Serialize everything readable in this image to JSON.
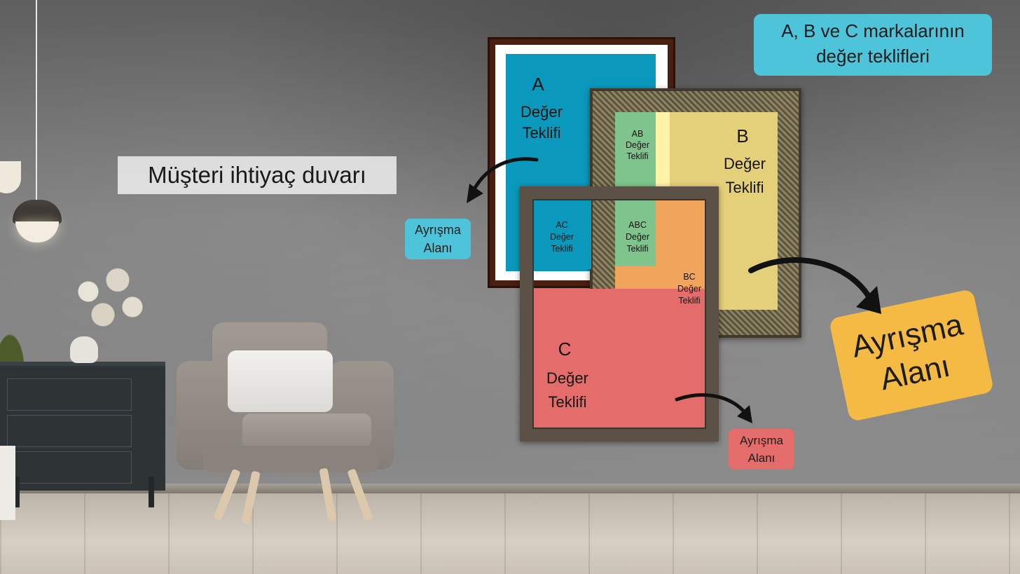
{
  "title_wall": "Müşteri ihtiyaç duvarı",
  "title_top": {
    "line1": "A, B ve C markalarının",
    "line2": "değer teklifleri"
  },
  "frames": {
    "a": {
      "letter": "A",
      "line1": "Değer",
      "line2": "Teklifi"
    },
    "b": {
      "letter": "B",
      "line1": "Değer",
      "line2": "Teklifi"
    },
    "c": {
      "letter": "C",
      "line1": "Değer",
      "line2": "Teklifi"
    }
  },
  "overlaps": {
    "ab": {
      "code": "AB",
      "line1": "Değer",
      "line2": "Teklifi"
    },
    "ac": {
      "code": "AC",
      "line1": "Değer",
      "line2": "Teklifi"
    },
    "abc": {
      "code": "ABC",
      "line1": "Değer",
      "line2": "Teklifi"
    },
    "bc": {
      "code": "BC",
      "line1": "Değer",
      "line2": "Teklifi"
    }
  },
  "callouts": {
    "a": {
      "line1": "Ayrışma",
      "line2": "Alanı"
    },
    "b": {
      "line1": "Ayrışma",
      "line2": "Alanı"
    },
    "c": {
      "line1": "Ayrışma",
      "line2": "Alanı"
    }
  },
  "colors": {
    "a": "#0a99bd",
    "b": "#e5d07a",
    "c": "#e46c6a",
    "ab": "#7ec48c",
    "bc": "#f0a45c",
    "callout_blue": "#4ec4da",
    "callout_orange": "#f4ba44"
  }
}
